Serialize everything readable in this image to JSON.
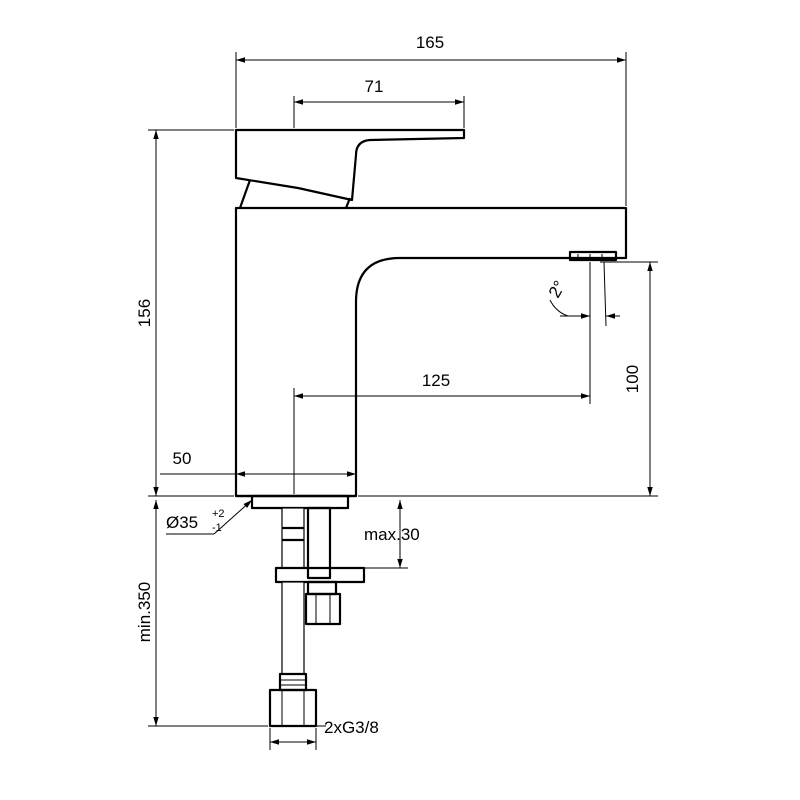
{
  "dimensions": {
    "overall_width": "165",
    "handle_length": "71",
    "overall_height": "156",
    "spout_reach": "125",
    "spout_height": "100",
    "base_width": "50",
    "hole_diameter": "Ø35",
    "hole_tol_plus": "+2",
    "hole_tol_minus": "-1",
    "max_deck": "max.30",
    "min_hose": "min.350",
    "connection": "2xG3/8",
    "spray_angle": "2°"
  },
  "colors": {
    "line": "#000000",
    "background": "#ffffff"
  }
}
